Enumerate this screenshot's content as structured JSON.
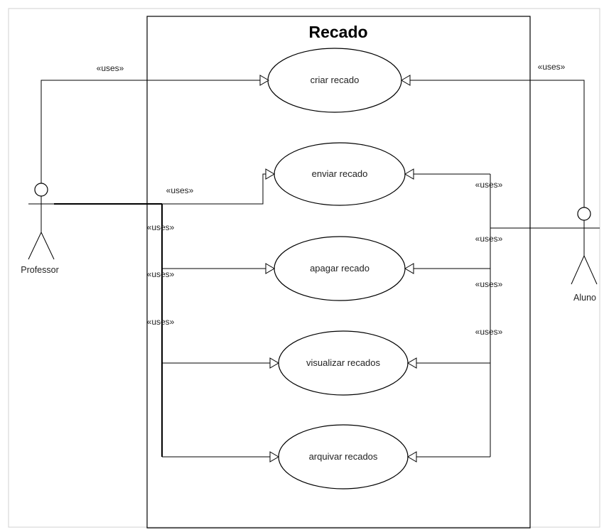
{
  "diagram": {
    "system_title": "Recado",
    "actors": {
      "professor": "Professor",
      "aluno": "Aluno"
    },
    "use_cases": {
      "criar": "criar recado",
      "enviar": "enviar recado",
      "apagar": "apagar recado",
      "visualizar": "visualizar recados",
      "arquivar": "arquivar recados"
    },
    "relation_label": "«uses»"
  }
}
